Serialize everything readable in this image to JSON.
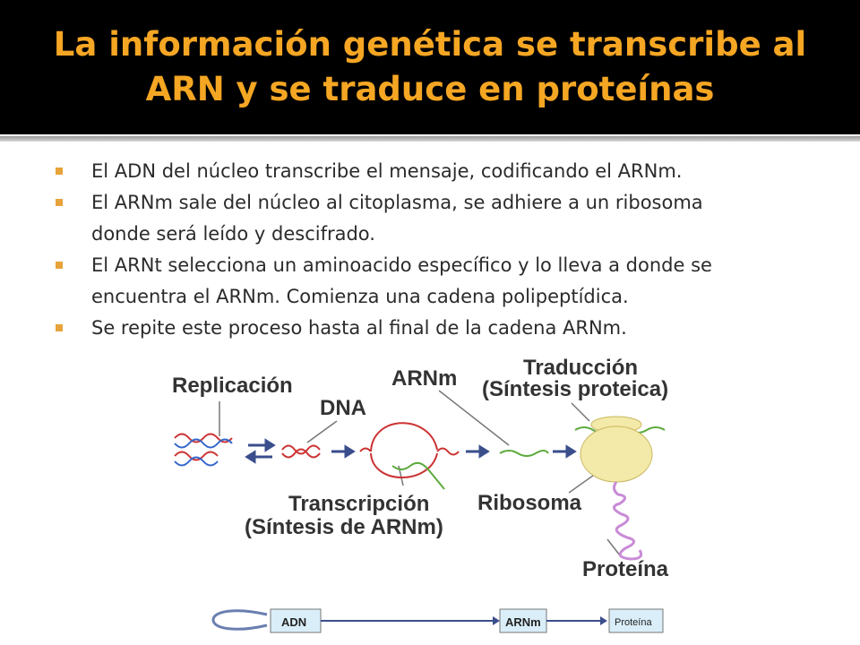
{
  "slide": {
    "title_line1": "La información genética se transcribe al",
    "title_line2": "ARN y se traduce en proteínas",
    "accent_color": "#f5a623"
  },
  "bullets": [
    {
      "line1": "El ADN del núcleo transcribe el mensaje, codificando el ARNm."
    },
    {
      "line1": "El ARNm sale del núcleo al citoplasma, se adhiere a un ribosoma",
      "line2": "donde será leído y descifrado."
    },
    {
      "line1": "El ARNt selecciona un aminoacido específico y lo lleva a donde se",
      "line2": "encuentra el ARNm. Comienza una cadena polipeptídica."
    },
    {
      "line1": "Se repite este proceso hasta al final de la cadena ARNm."
    }
  ],
  "diagram": {
    "replicacion": "Replicación",
    "dna": "DNA",
    "arnm": "ARNm",
    "traduccion": "Traducción",
    "sintesis_proteica": "(Síntesis proteica)",
    "transcripcion": "Transcripción",
    "sintesis_arnm": "(Síntesis de ARNm)",
    "ribosoma": "Ribosoma",
    "proteina": "Proteína"
  },
  "flow": {
    "adn": "ADN",
    "arnm": "ARNm",
    "proteina": "Proteína"
  }
}
